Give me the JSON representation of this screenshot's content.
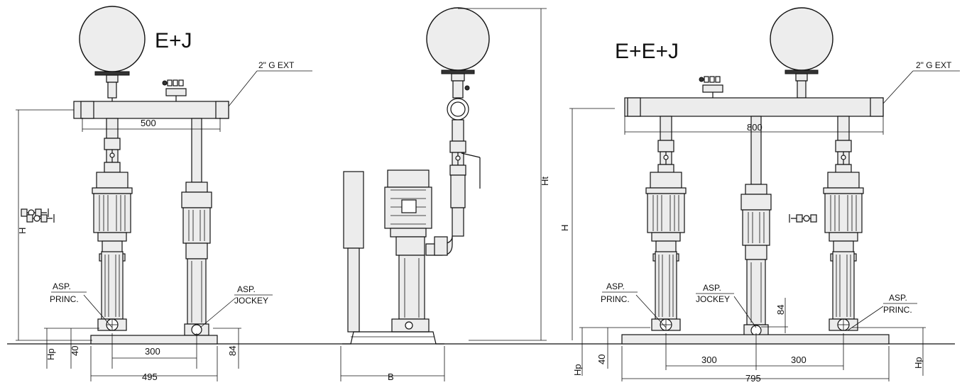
{
  "labels": {
    "config_left": "E+J",
    "config_right": "E+E+J",
    "thread_left": "2\" G  EXT",
    "thread_right": "2\" G  EXT",
    "asp_princ_left_1": "ASP.",
    "asp_princ_left_2": "PRINC.",
    "asp_jockey_left_1": "ASP.",
    "asp_jockey_left_2": "JOCKEY",
    "asp_princ_r1_1": "ASP.",
    "asp_princ_r1_2": "PRINC.",
    "asp_jockey_r_1": "ASP.",
    "asp_jockey_r_2": "JOCKEY",
    "asp_princ_r2_1": "ASP.",
    "asp_princ_r2_2": "PRINC."
  },
  "dimensions": {
    "left_manifold": "500",
    "left_spacing": "300",
    "left_base": "495",
    "left_h": "H",
    "left_hp": "Hp",
    "left_40": "40",
    "left_84": "84",
    "center_ht": "Ht",
    "center_b": "B",
    "right_manifold": "800",
    "right_spacing_1": "300",
    "right_spacing_2": "300",
    "right_base": "795",
    "right_h": "H",
    "right_hp_left": "Hp",
    "right_40": "40",
    "right_84": "84",
    "right_hp_right": "Hp"
  }
}
